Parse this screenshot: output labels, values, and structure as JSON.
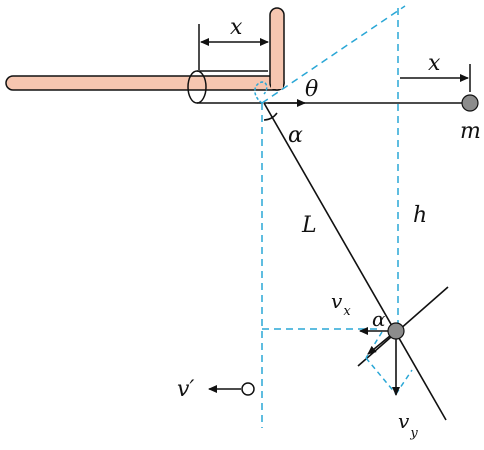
{
  "labels": {
    "x_top": "x",
    "x_right": "x",
    "theta": "θ",
    "m": "m",
    "alpha_top": "α",
    "L": "L",
    "h": "h",
    "alpha_small": "α",
    "v_prime": "v′",
    "v_base": "v",
    "sub_x": "x",
    "sub_y": "y"
  },
  "colors": {
    "tube_fill": "#f6c6b0",
    "stroke": "#111111",
    "dashed": "#2aa7d6",
    "ball_fill": "#8c8c8c"
  }
}
